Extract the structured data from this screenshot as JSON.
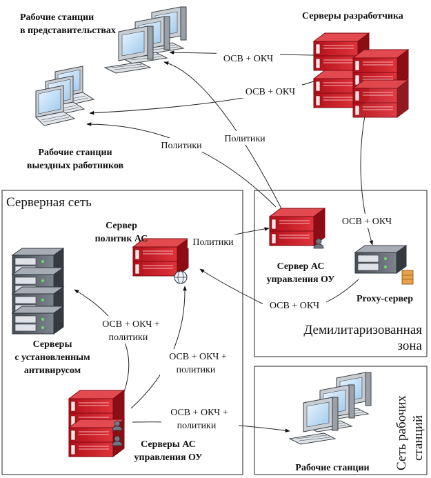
{
  "zones": {
    "server_net": "Серверная сеть",
    "dmz_line1": "Демилитаризованная",
    "dmz_line2": "зона",
    "ws_net_line1": "Сеть рабочих",
    "ws_net_line2": "станций"
  },
  "nodes": {
    "office_ws": [
      "Рабочие станции",
      "в представительствах"
    ],
    "dev_servers": [
      "Серверы разработчика"
    ],
    "mobile_ws": [
      "Рабочие станции",
      "выездных работников"
    ],
    "policy_server": [
      "Сервер",
      "политик АС"
    ],
    "dmz_server": [
      "Сервер АС",
      "управления ОУ"
    ],
    "proxy": [
      "Proxy-сервер"
    ],
    "av_servers": [
      "Серверы",
      "с установленным",
      "антивирусом"
    ],
    "mgmt_servers": [
      "Серверы АС",
      "управления ОУ"
    ],
    "workstations": [
      "Рабочие станции"
    ]
  },
  "edges": {
    "dev_to_office": "ОСВ + ОКЧ",
    "dev_to_mobile": "ОСВ + ОКЧ",
    "dev_to_proxy": "ОСВ + ОКЧ",
    "dmz_to_office": "Политики",
    "dmz_to_mobile": "Политики",
    "policy_to_dmz": "Политики",
    "dmz_to_policy": "ОСВ + ОКЧ",
    "mgmt_to_av": [
      "ОСВ + ОКЧ +",
      "политики"
    ],
    "policy_to_mgmt": [
      "ОСВ + ОКЧ +",
      "политики"
    ],
    "mgmt_to_ws": [
      "ОСВ + ОКЧ +",
      "политики"
    ]
  }
}
